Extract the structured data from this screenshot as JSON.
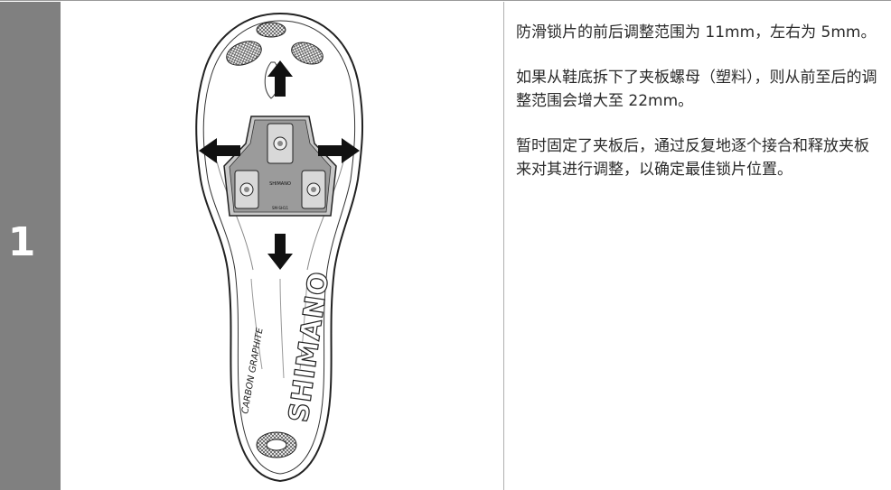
{
  "step": {
    "number": "1"
  },
  "illustration": {
    "brand_text": "SHIMANO",
    "series_text": "CARBON GRAPHITE",
    "cleat_brand": "SHIMANO",
    "cleat_model": "SM-SH11"
  },
  "instructions": {
    "paragraph_1": "防滑锁片的前后调整范围为 11mm，左右为 5mm。",
    "paragraph_2": "如果从鞋底拆下了夹板螺母（塑料），则从前至后的调整范围会增大至 22mm。",
    "paragraph_3": "暂时固定了夹板后，通过反复地逐个接合和释放夹板来对其进行调整，以确定最佳锁片位置。"
  },
  "colors": {
    "step_bar": "#808080",
    "divider": "#b0b0b0"
  }
}
